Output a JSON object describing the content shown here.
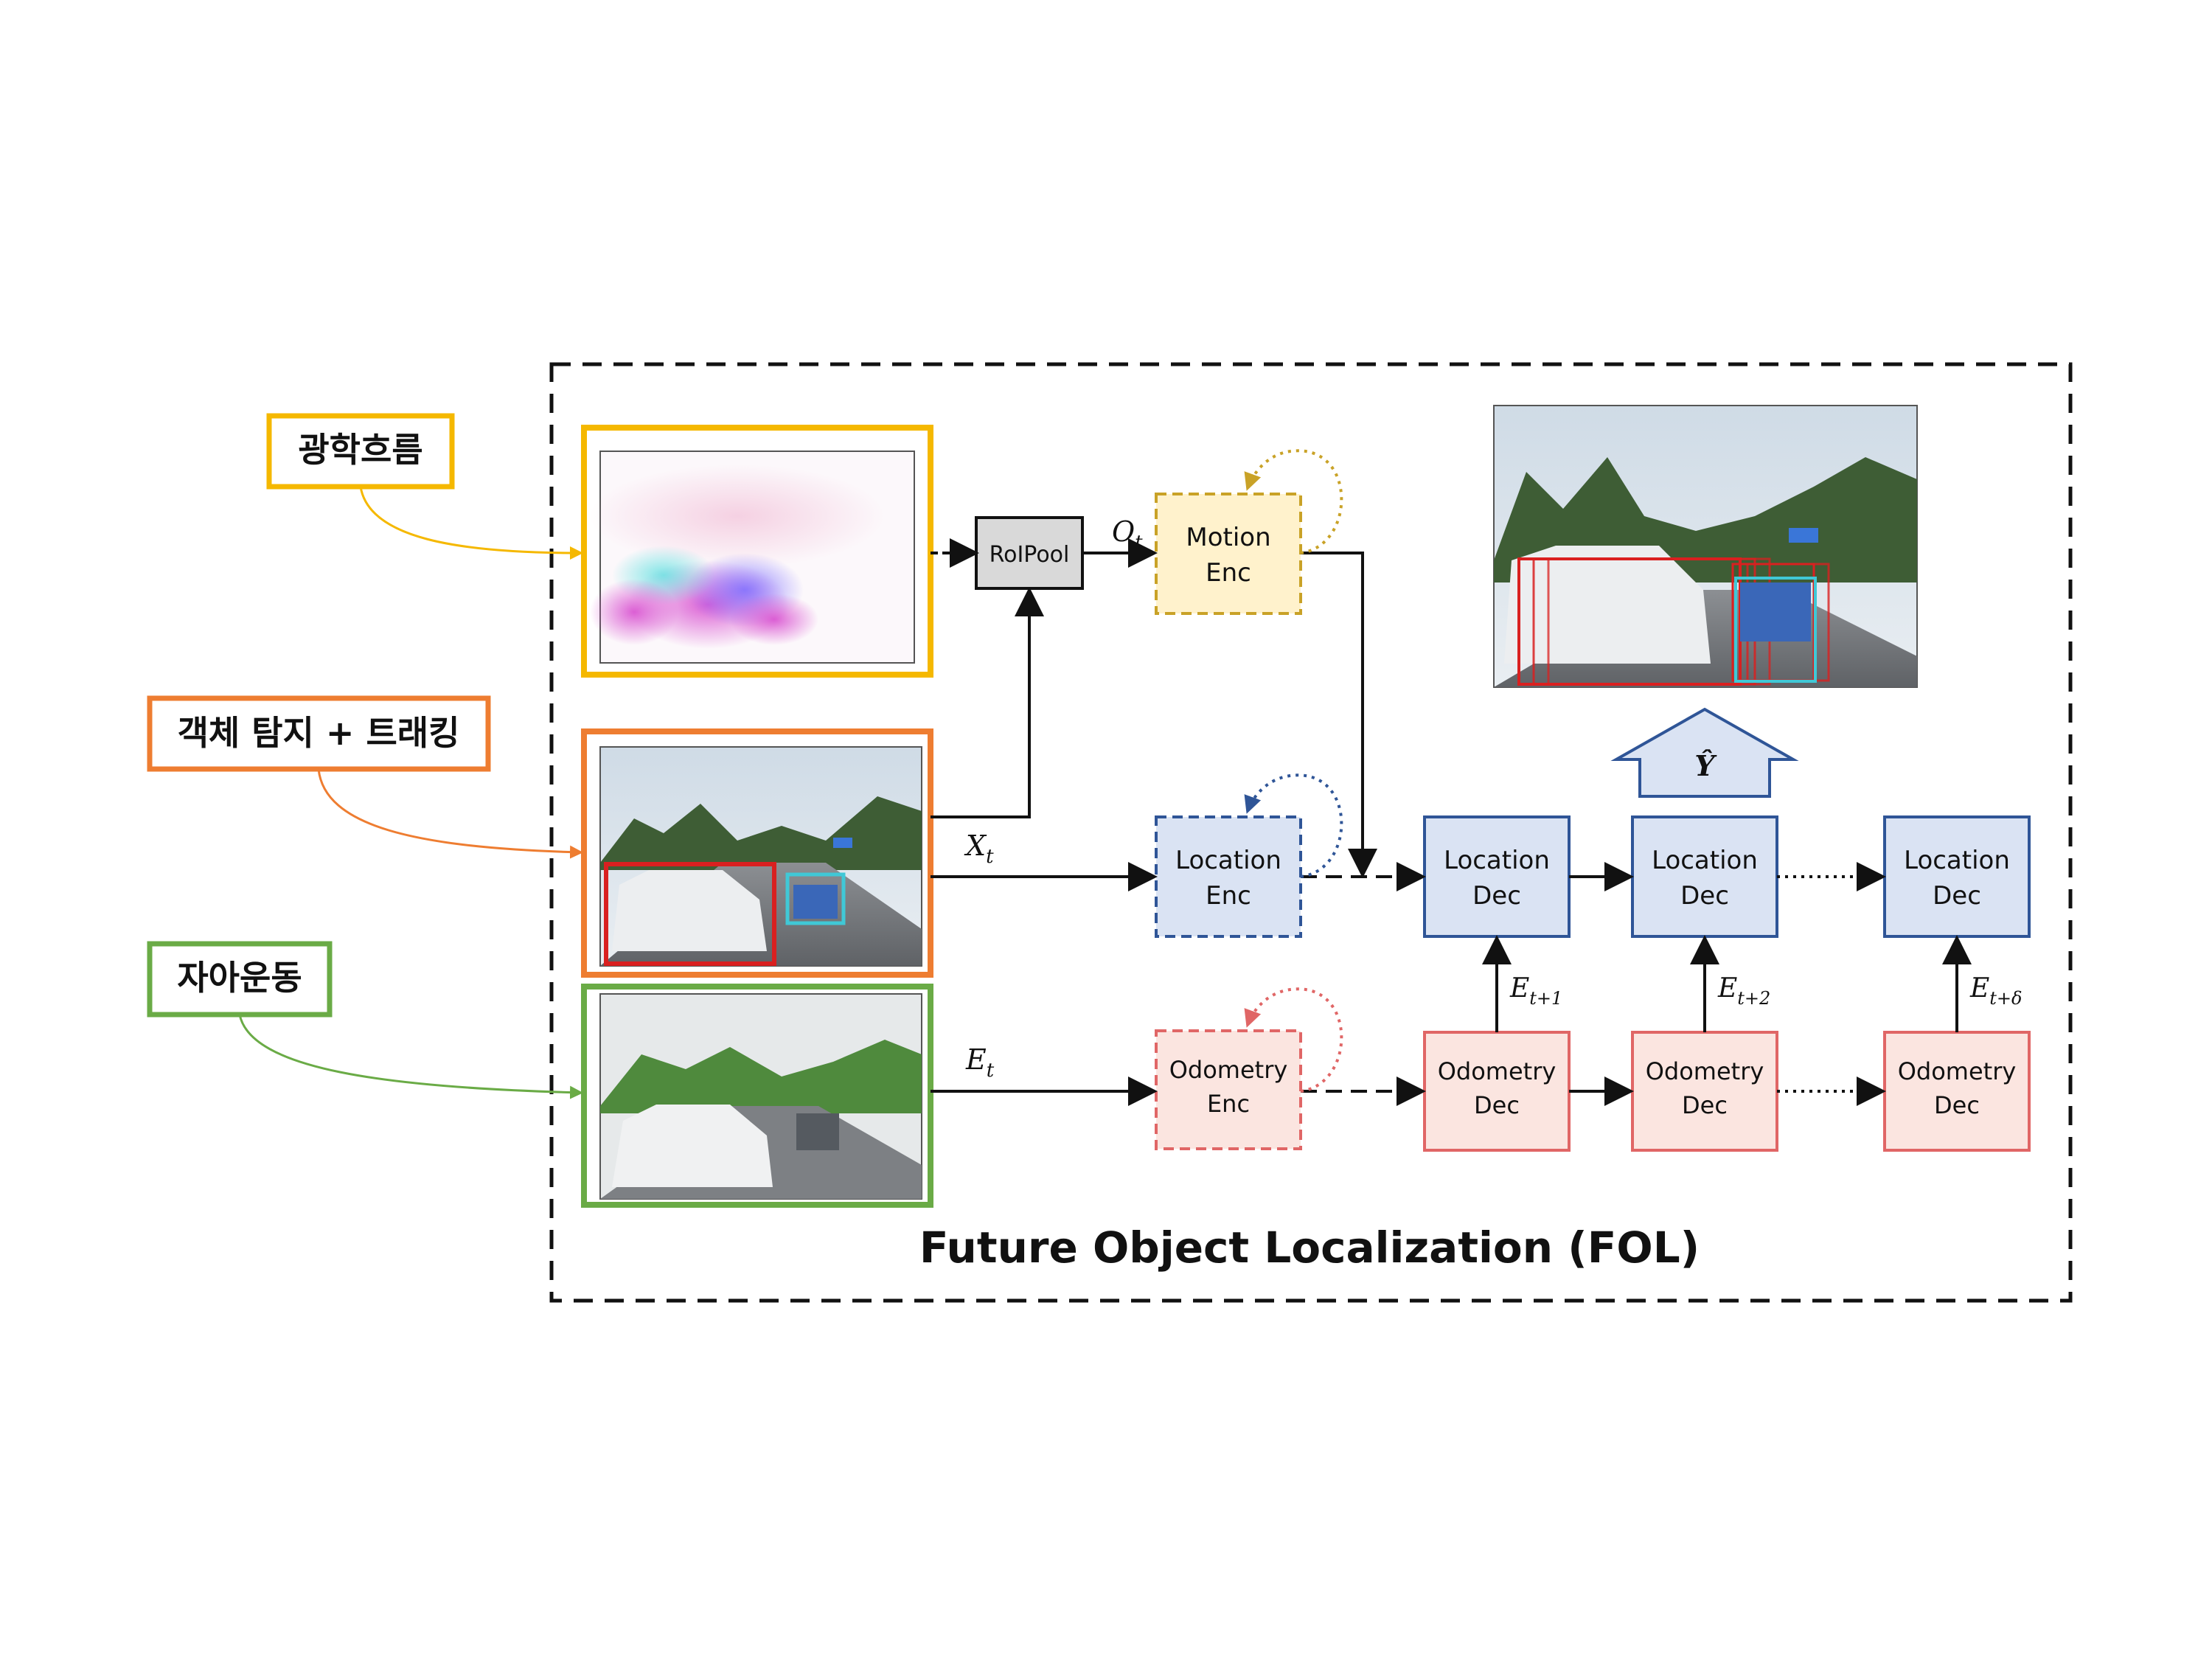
{
  "title": "Future Object Localization (FOL)",
  "labels": {
    "optical_flow": "광학흐름",
    "detection_tracking": "객체 탐지 + 트래킹",
    "ego_motion": "자아운동"
  },
  "blocks": {
    "roipool": "RoIPool",
    "motion_enc": [
      "Motion",
      "Enc"
    ],
    "location_enc": [
      "Location",
      "Enc"
    ],
    "odometry_enc": [
      "Odometry",
      "Enc"
    ],
    "location_dec": [
      "Location",
      "Dec"
    ],
    "odometry_dec": [
      "Odometry",
      "Dec"
    ]
  },
  "symbols": {
    "o_t": {
      "base": "O",
      "sub": "t"
    },
    "x_t": {
      "base": "X",
      "sub": "t"
    },
    "e_t": {
      "base": "E",
      "sub": "t"
    },
    "e_t1": {
      "base": "E",
      "sub": "t+1"
    },
    "e_t2": {
      "base": "E",
      "sub": "t+2"
    },
    "e_td": {
      "base": "E",
      "sub": "t+δ"
    },
    "y_hat": "Ŷ"
  },
  "colors": {
    "optical_flow": "#F5B800",
    "detection_tracking": "#EE7D31",
    "ego_motion": "#6AAB46",
    "motion_fill": "#FFF2CC",
    "motion_stroke": "#C9A227",
    "location_fill": "#DAE3F3",
    "location_stroke": "#2F5597",
    "odometry_fill": "#FBE5E0",
    "odometry_stroke": "#E06666",
    "roipool_fill": "#D9D9D9"
  }
}
